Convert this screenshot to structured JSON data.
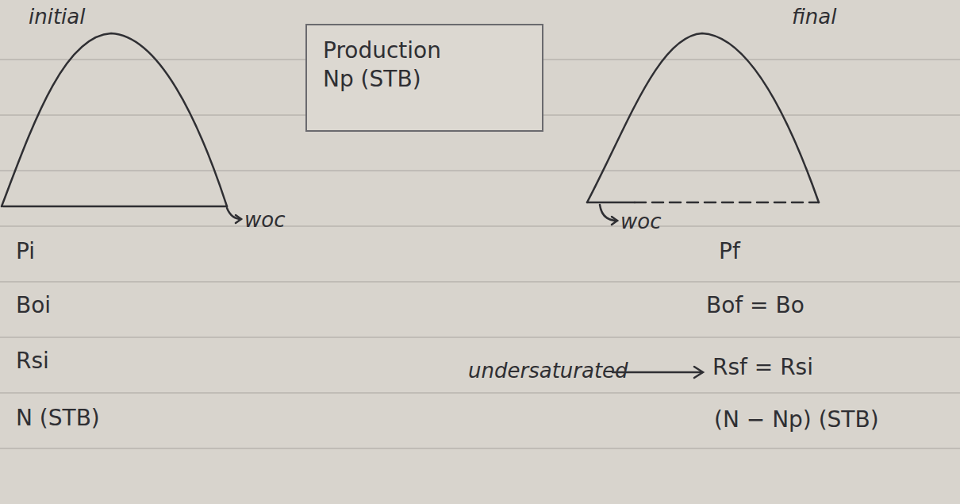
{
  "diagram": {
    "nodes": [
      {
        "text": [
          "Production",
          "Np (STB)"
        ]
      }
    ],
    "labels": [
      "initial",
      "final",
      "woc",
      "woc",
      "Pi",
      "Boi",
      "Rsi",
      "N (STB)",
      "Pf",
      "Bof = Bo",
      "undersaturated",
      "Rsf = Rsi",
      "(N − Np) (STB)"
    ]
  }
}
